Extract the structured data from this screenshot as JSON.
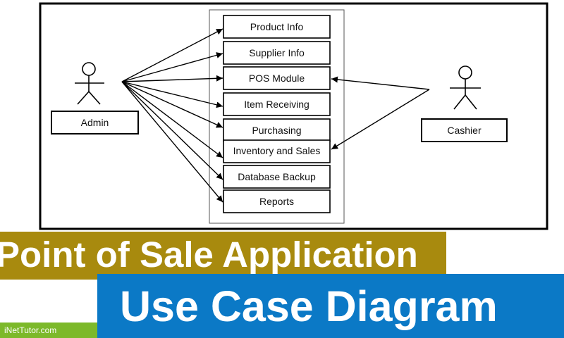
{
  "diagram": {
    "actors": {
      "admin": "Admin",
      "cashier": "Cashier"
    },
    "use_cases": [
      "Product Info",
      "Supplier Info",
      "POS Module",
      "Item Receiving",
      "Purchasing",
      "Inventory and Sales",
      "Database Backup",
      "Reports"
    ]
  },
  "banner": {
    "title_line1": "Point of Sale Application",
    "title_line2": "Use Case Diagram",
    "credit": "iNetTutor.com"
  },
  "colors": {
    "banner_gold": "#a88a0e",
    "banner_blue": "#0b79c6",
    "credit_green": "#7cb92a"
  }
}
